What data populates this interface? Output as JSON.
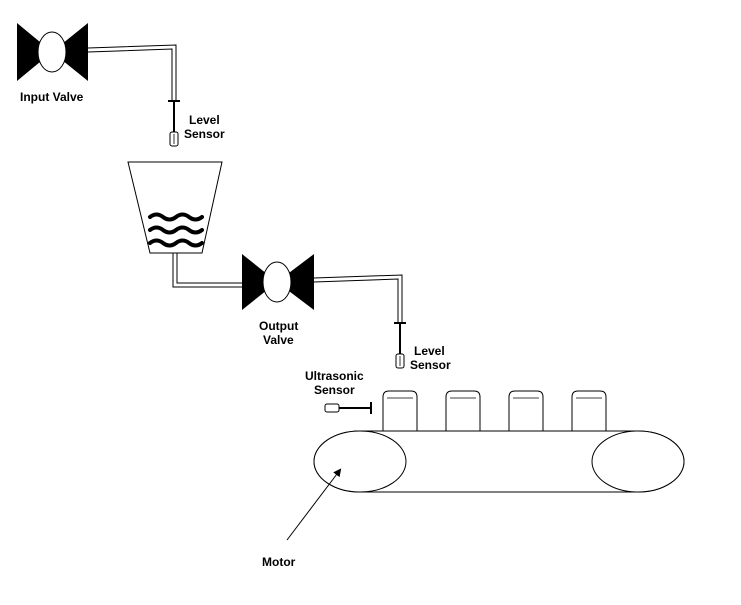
{
  "labels": {
    "input_valve": "Input Valve",
    "level_sensor_1_line1": "Level",
    "level_sensor_1_line2": "Sensor",
    "output_valve_line1": "Output",
    "output_valve_line2": "Valve",
    "level_sensor_2_line1": "Level",
    "level_sensor_2_line2": "Sensor",
    "ultrasonic_line1": "Ultrasonic",
    "ultrasonic_line2": "Sensor",
    "motor": "Motor"
  },
  "components": {
    "bottle_count": 4,
    "tank_wave_count": 3
  },
  "colors": {
    "stroke": "#000000",
    "fill": "#ffffff",
    "valve_fill": "#000000"
  }
}
